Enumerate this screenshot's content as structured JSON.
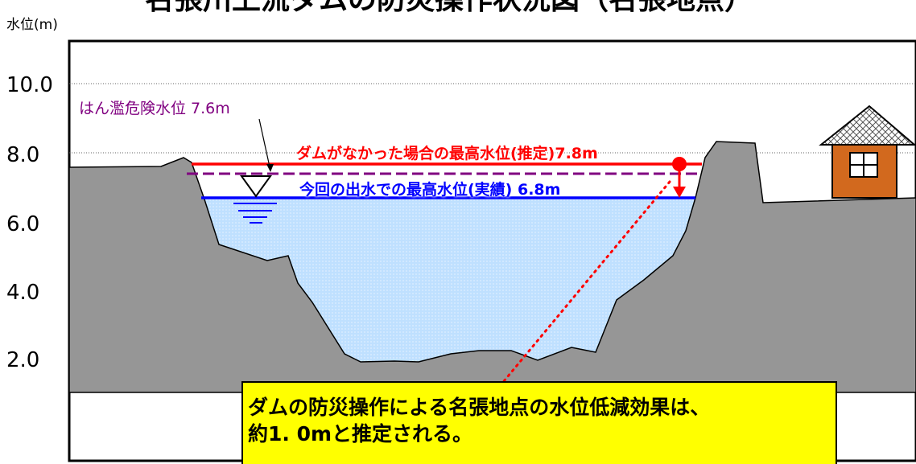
{
  "title": "名張川上流ダムの防災操作状況図（名張地点）",
  "y_axis": {
    "unit_label": "水位(m)",
    "ticks": [
      "10.0",
      "8.0",
      "6.0",
      "4.0",
      "2.0"
    ]
  },
  "annotations": {
    "flood_danger_level": "はん濫危険水位  7.6m",
    "no_dam_max_level": "ダムがなかった場合の最高水位(推定)7.8m",
    "actual_max_level": "今回の出水での最高水位(実績)  6.8m"
  },
  "callout": {
    "line1": "ダムの防災操作による名張地点の水位低減効果は、",
    "line2": "約1. 0mと推定される。"
  },
  "colors": {
    "no_dam_line": "#ff0000",
    "actual_line": "#0000ff",
    "danger_line": "#800080",
    "water": "#bfe0ff",
    "ground": "#969696",
    "callout_bg": "#ffff00",
    "house_wall": "#d2691e"
  },
  "icons": [
    "water-level-marker-icon",
    "house-icon"
  ]
}
